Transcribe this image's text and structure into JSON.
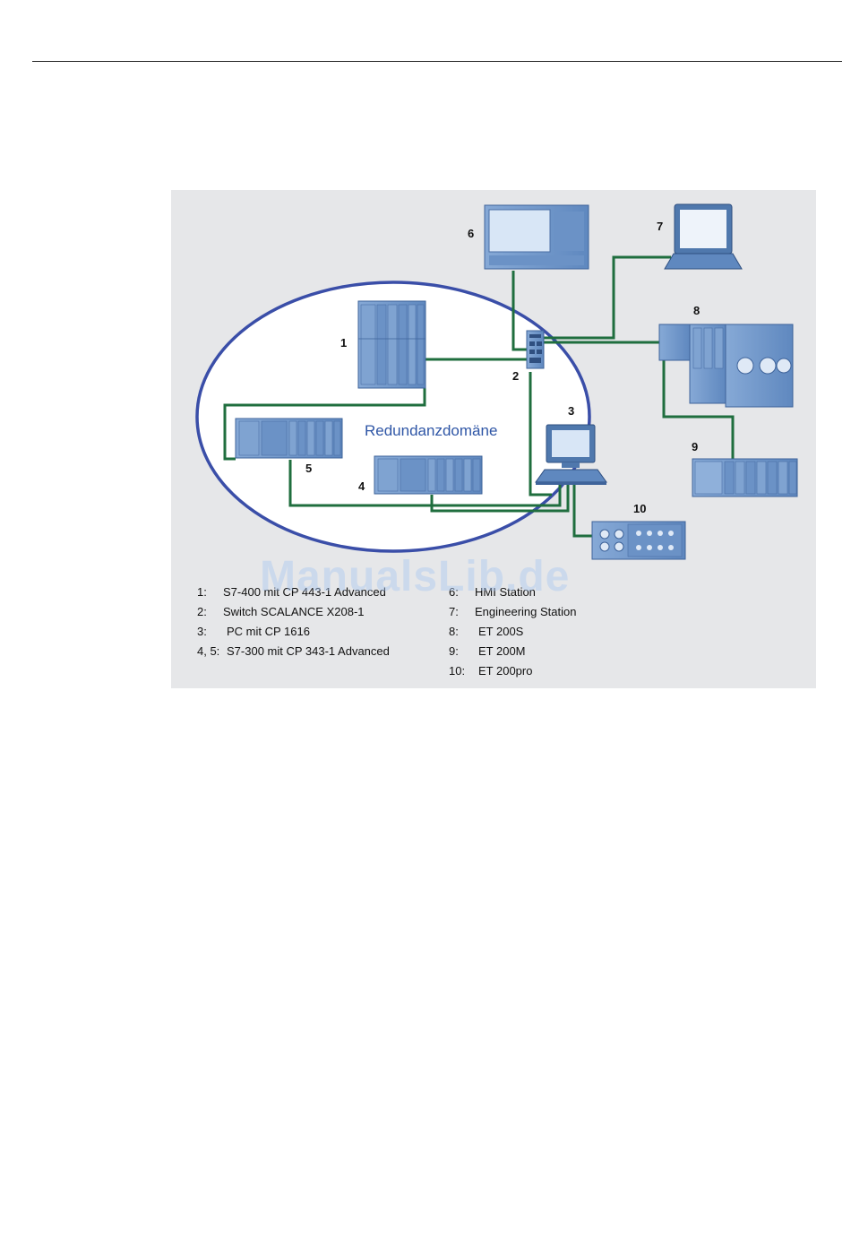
{
  "diagram": {
    "domain_label": "Redundanzdomäne",
    "device_numbers": [
      "1",
      "2",
      "3",
      "4",
      "5",
      "6",
      "7",
      "8",
      "9",
      "10"
    ],
    "colors": {
      "panel": "#e6e7e9",
      "ring": "#3a4ea8",
      "cable": "#1f6e3e",
      "device_blue": "#6f97c9",
      "device_dark": "#4f78ad",
      "domain_text": "#2f56a6"
    }
  },
  "legend": {
    "left": [
      {
        "key": "1:",
        "text": "S7-400 mit CP 443-1 Advanced"
      },
      {
        "key": "2:",
        "text": "Switch SCALANCE X208-1"
      },
      {
        "key": "3:",
        "text": "PC mit CP 1616"
      },
      {
        "key": "4, 5:",
        "text": "S7-300 mit CP 343-1 Advanced"
      }
    ],
    "right": [
      {
        "key": "6:",
        "text": "HMI Station"
      },
      {
        "key": "7:",
        "text": "Engineering Station"
      },
      {
        "key": "8:",
        "text": "ET 200S"
      },
      {
        "key": "9:",
        "text": "ET 200M"
      },
      {
        "key": "10:",
        "text": "ET 200pro"
      }
    ]
  },
  "watermark": "ManualsLib.de"
}
